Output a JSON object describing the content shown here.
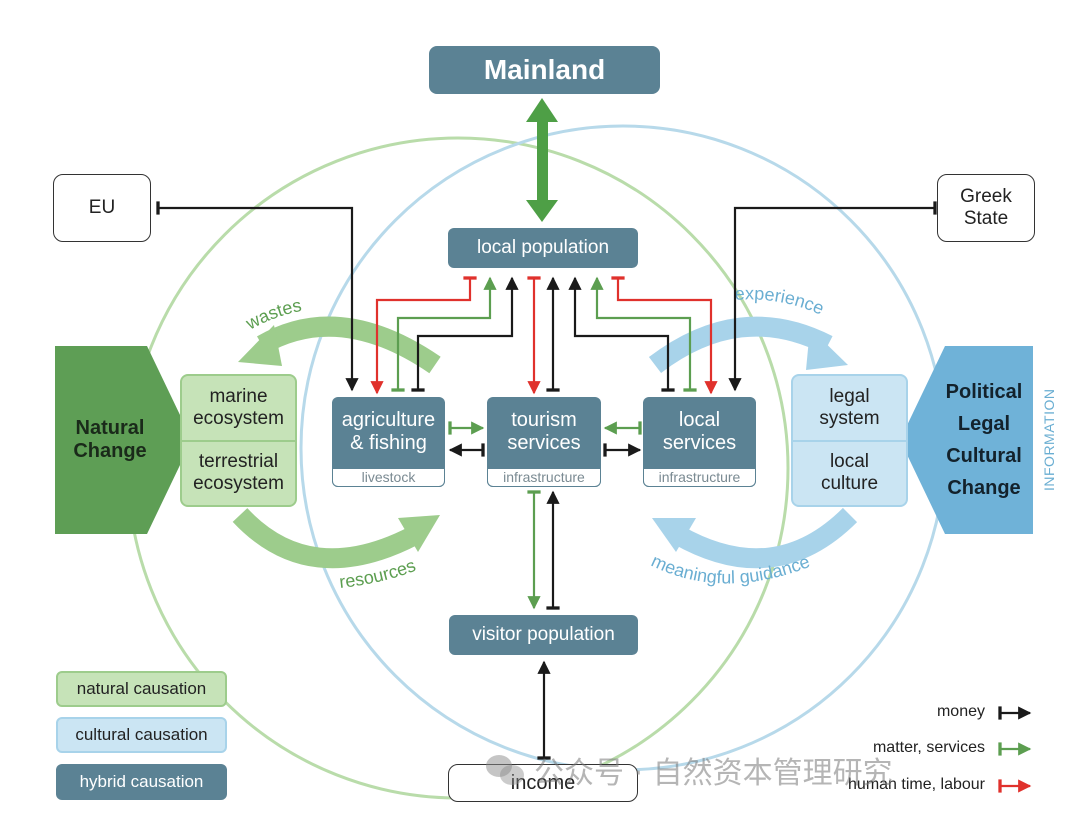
{
  "nodes": {
    "mainland": "Mainland",
    "eu": "EU",
    "greek_state_line1": "Greek",
    "greek_state_line2": "State",
    "local_population": "local population",
    "agri_line1": "agriculture",
    "agri_line2": "& fishing",
    "agri_sub": "livestock",
    "tourism_line1": "tourism",
    "tourism_line2": "services",
    "tourism_sub": "infrastructure",
    "localserv_line1": "local",
    "localserv_line2": "services",
    "localserv_sub": "infrastructure",
    "visitor_population": "visitor population",
    "income": "income",
    "natural_change_line1": "Natural",
    "natural_change_line2": "Change",
    "marine_line1": "marine",
    "marine_line2": "ecosystem",
    "terrestrial_line1": "terrestrial",
    "terrestrial_line2": "ecosystem",
    "legal_line1": "legal",
    "legal_line2": "system",
    "culture_line1": "local",
    "culture_line2": "culture",
    "political_line1": "Political",
    "political_line2": "Legal",
    "political_line3": "Cultural",
    "political_line4": "Change",
    "information": "INFORMATION"
  },
  "flow_labels": {
    "wastes": "wastes",
    "resources": "resources",
    "experience": "experience",
    "meaningful_guidance": "meaningful guidance"
  },
  "legend_left": {
    "natural": "natural causation",
    "cultural": "cultural causation",
    "hybrid": "hybrid causation"
  },
  "legend_right": {
    "money": "money",
    "matter": "matter, services",
    "labour": "human time, labour"
  },
  "watermark": "公众号 · 自然资本管理研究",
  "colors": {
    "green": "#5c9e50",
    "green_light": "#9dcc8c",
    "green_fill": "#c6e3b8",
    "blue": "#6aaed2",
    "blue_light": "#a8d3ea",
    "blue_fill": "#cbe5f3",
    "hybrid": "#5b8294",
    "money": "#1a1a1a",
    "labour": "#e0312c"
  }
}
